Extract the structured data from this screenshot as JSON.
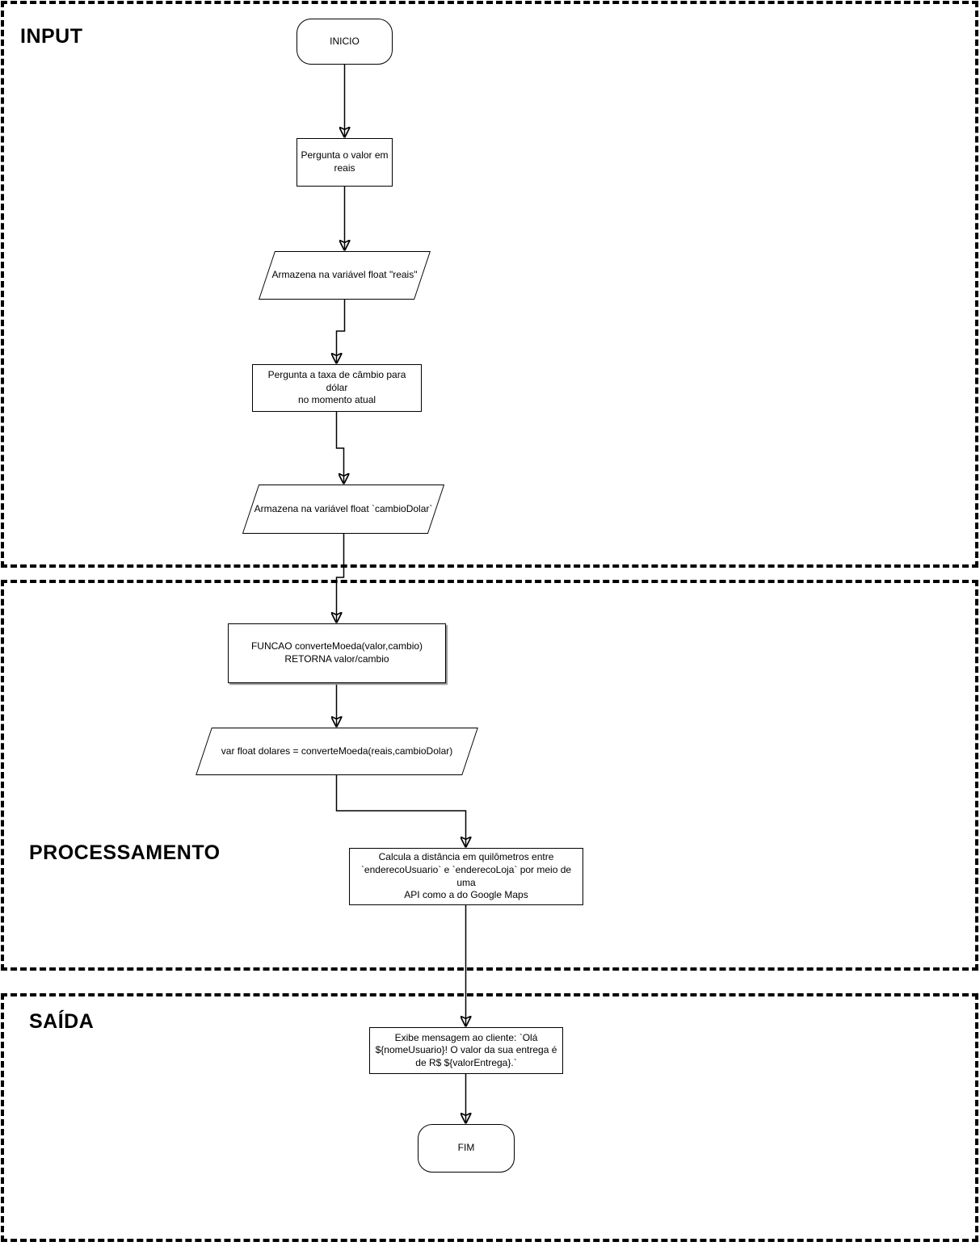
{
  "sections": [
    {
      "label": "INPUT"
    },
    {
      "label": "PROCESSAMENTO"
    },
    {
      "label": "SAÍDA"
    }
  ],
  "nodes": {
    "inicio": {
      "shape": "terminal",
      "label": "INICIO"
    },
    "pergunta_valor": {
      "shape": "process",
      "label": "Pergunta o valor em\nreais"
    },
    "armazena_reais": {
      "shape": "data",
      "label": "Armazena na variável float \"reais\""
    },
    "pergunta_cambio": {
      "shape": "process",
      "label": "Pergunta a taxa de câmbio para dólar\nno momento atual"
    },
    "armazena_cambio": {
      "shape": "data",
      "label": "Armazena na variável float `cambioDolar`"
    },
    "funcao_converte": {
      "shape": "process",
      "label": "FUNCAO converteMoeda(valor,cambio)\nRETORNA valor/cambio"
    },
    "var_dolares": {
      "shape": "data",
      "label": "var float dolares = converteMoeda(reais,cambioDolar)"
    },
    "calcula_distancia": {
      "shape": "process",
      "label": "Calcula a distância em quilômetros entre\n`enderecoUsuario` e `enderecoLoja` por meio de uma\nAPI como a do Google Maps"
    },
    "exibe_mensagem": {
      "shape": "process",
      "label": "Exibe mensagem ao cliente: `Olá\n${nomeUsuario}! O valor da sua entrega é\nde R$ ${valorEntrega}.`"
    },
    "fim": {
      "shape": "terminal",
      "label": "FIM"
    }
  },
  "colors": {
    "stroke": "#000000",
    "node_fill": "#ffffff",
    "background": "#ffffff"
  }
}
